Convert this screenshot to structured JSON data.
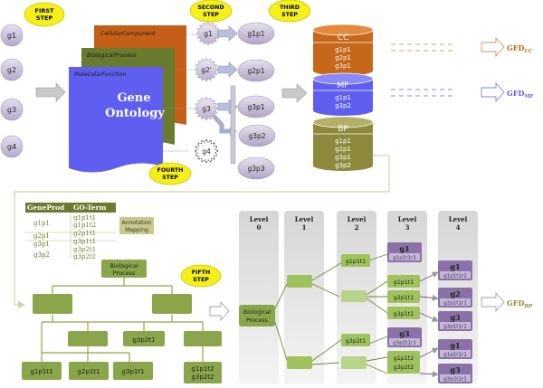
{
  "step_labels": {
    "first": [
      "FIRST",
      "STEP"
    ],
    "second": [
      "SECOND",
      "STEP"
    ],
    "third": [
      "THIRD",
      "STEP"
    ],
    "fourth": [
      "FOURTH",
      "STEP"
    ],
    "fifth": [
      "FIFTH",
      "STEP"
    ]
  },
  "genes": [
    "g1",
    "g2",
    "g3",
    "g4"
  ],
  "ontology": {
    "pages": [
      "CellularComponent",
      "BiologicalProcess",
      "MolecularFunction"
    ],
    "title_line1": "Gene",
    "title_line2": "Ontology"
  },
  "stars": [
    "g1",
    "g2'",
    "g3",
    "g4"
  ],
  "products": [
    "g1p1",
    "g2p1",
    "g3p1",
    "g3p2",
    "g3p3"
  ],
  "cylinders": [
    {
      "label": "CC",
      "items": [
        "g1p1",
        "g2p1",
        "g3p1"
      ]
    },
    {
      "label": "MF",
      "items": [
        "g1p1",
        "g3p2"
      ]
    },
    {
      "label": "BP",
      "items": [
        "g1p1",
        "g2p1",
        "g3p1",
        "g3p2"
      ]
    }
  ],
  "gfd": [
    {
      "main": "GFD",
      "sub": "CC"
    },
    {
      "main": "GFD",
      "sub": "MF"
    },
    {
      "main": "GFD",
      "sub": "BP"
    }
  ],
  "mapping_table": {
    "headers": [
      "GeneProd",
      "GO-Term"
    ],
    "rows": [
      [
        "g1p1",
        "g1p1t1"
      ],
      [
        "",
        "g1p1t2"
      ],
      [
        "g2p1",
        "g2p1t1"
      ],
      [
        "g3p1",
        "g3p1t1"
      ],
      [
        "g3p2",
        "g3p2t1"
      ],
      [
        "",
        "g3p2t2"
      ]
    ],
    "annotation_label": [
      "Annotation",
      "Mapping"
    ]
  },
  "tree": {
    "root": [
      "Biological",
      "Process"
    ],
    "nodes": [
      "g3p2t1"
    ],
    "leaves": [
      "g1p1t1",
      "g2p1t1",
      "g3p1t1"
    ],
    "leaf_multi": [
      "g1p1t2",
      "g3p2t2"
    ]
  },
  "levels": [
    {
      "title": "Level",
      "num": "0"
    },
    {
      "title": "Level",
      "num": "1"
    },
    {
      "title": "Level",
      "num": "2"
    },
    {
      "title": "Level",
      "num": "3"
    },
    {
      "title": "Level",
      "num": "4"
    }
  ],
  "level_graph": {
    "root": [
      "Biological",
      "Process"
    ],
    "l2": [
      "g1p1t1",
      "g3p2t1"
    ],
    "l3": [
      "g1p1t1",
      "g2p1t1",
      "g3p1t1",
      "g1p1t2",
      "g3p2t2"
    ],
    "purple": [
      {
        "g": "g1",
        "id": "g1p1t1r1"
      },
      {
        "g": "g3",
        "id": "g3p2t1r1"
      },
      {
        "g": "g1",
        "id": "g1p1t1r2"
      },
      {
        "g": "g2",
        "id": "g2p1t1r1"
      },
      {
        "g": "g3",
        "id": "g3p1t1r1"
      },
      {
        "g": "g1",
        "id": "g1p1t1r1"
      },
      {
        "g": "g3",
        "id": "g3p2t2r1"
      }
    ]
  },
  "colors": {
    "olive": "#8aa64a",
    "olive_dark": "#5d7a2a",
    "orange": "#c7671a",
    "blue": "#5f5ef0",
    "bp_cyl": "#8e8a3c",
    "purple": "#8a72a8",
    "purple_light": "#c6b7d8",
    "gene_circle": "#c9c2dc",
    "yellow": "#f5f01a"
  }
}
